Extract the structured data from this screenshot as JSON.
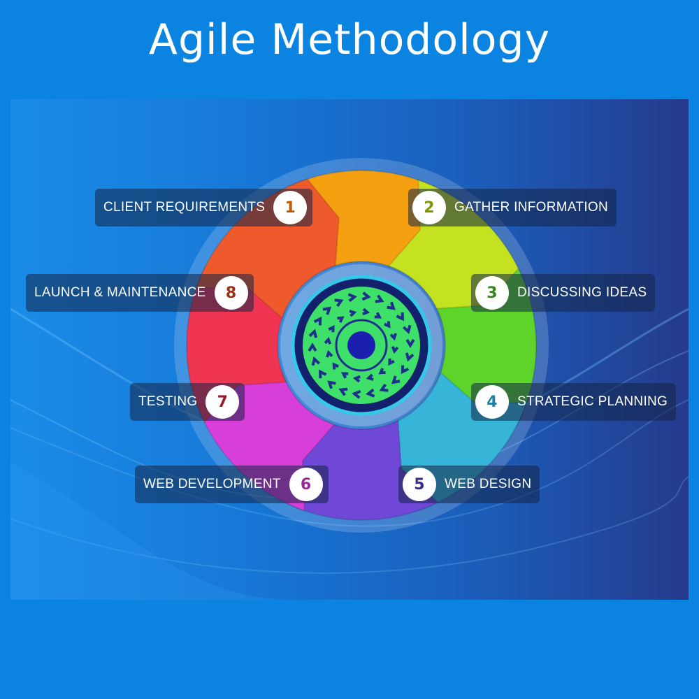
{
  "title": "Agile Methodology",
  "steps": [
    {
      "num": "1",
      "label": "CLIENT REQUIREMENTS",
      "color": "#f5a011",
      "num_color": "#c45a00"
    },
    {
      "num": "2",
      "label": "GATHER INFORMATION",
      "color": "#c4e21f",
      "num_color": "#7a9a00"
    },
    {
      "num": "3",
      "label": "DISCUSSING IDEAS",
      "color": "#5ed42a",
      "num_color": "#2f8a18"
    },
    {
      "num": "4",
      "label": "STRATEGIC PLANNING",
      "color": "#36b5d8",
      "num_color": "#1f7fa5"
    },
    {
      "num": "5",
      "label": "WEB DESIGN",
      "color": "#7048d8",
      "num_color": "#3d2a8a"
    },
    {
      "num": "6",
      "label": "WEB DEVELOPMENT",
      "color": "#d83fd8",
      "num_color": "#9a2a9a"
    },
    {
      "num": "7",
      "label": "TESTING",
      "color": "#f03552",
      "num_color": "#9a1a2a"
    },
    {
      "num": "8",
      "label": "LAUNCH & MAINTENANCE",
      "color": "#ee5a2c",
      "num_color": "#9a2f14"
    }
  ]
}
